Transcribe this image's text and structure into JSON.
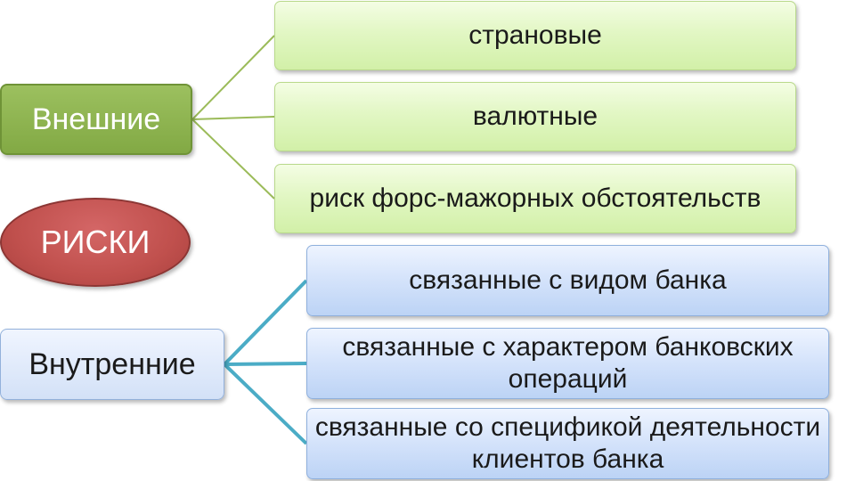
{
  "center": {
    "label": "РИСКИ",
    "color": "#c0504d"
  },
  "external": {
    "label": "Внешние",
    "color": "#8db050",
    "items": [
      "страновые",
      "валютные",
      "риск форс-мажорных обстоятельств"
    ]
  },
  "internal": {
    "label": "Внутренние",
    "color": "#d6e4fb",
    "items": [
      "связанные с видом банка",
      "связанные с характером банковских операций",
      "связанные со спецификой деятельности клиентов банка"
    ]
  },
  "connector_colors": {
    "external": "#9bbb59",
    "internal": "#4bacc6"
  }
}
